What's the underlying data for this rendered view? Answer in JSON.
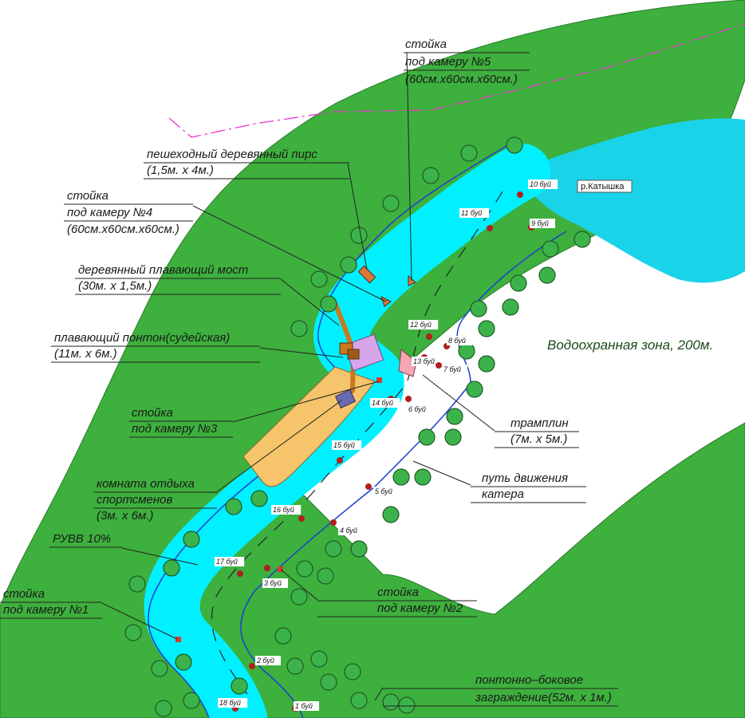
{
  "map": {
    "zone_label": "Водоохранная зона, 200м.",
    "river_label": "р.Катышка",
    "colors": {
      "land": "#3db03d",
      "water": "#00f0ff",
      "lake": "#19d3e9",
      "tree": "#3cb34a",
      "buoy": "#b02020",
      "pontoon": "#f6c46a",
      "bridge": "#c8781e",
      "judge_room": "#d6a6ea",
      "springboard": "#f6a6b2",
      "callout_line": "#222222",
      "property_line": "#ee33cc"
    },
    "labels": [
      {
        "id": "cam5",
        "lines": [
          "стойка",
          "под камеру №5",
          "(60см.x60см.x60см.)"
        ]
      },
      {
        "id": "pier",
        "lines": [
          "пешеходный деревянный пирс",
          "(1,5м. x 4м.)"
        ]
      },
      {
        "id": "cam4",
        "lines": [
          "стойка",
          "под камеру №4",
          "(60см.x60см.x60см.)"
        ]
      },
      {
        "id": "bridge",
        "lines": [
          "деревянный плавающий мост",
          "(30м. x 1,5м.)"
        ]
      },
      {
        "id": "pontoon",
        "lines": [
          "плавающий понтон(судейская)",
          "(11м. x 6м.)"
        ]
      },
      {
        "id": "cam3",
        "lines": [
          "стойка",
          "под камеру №3"
        ]
      },
      {
        "id": "rest",
        "lines": [
          "комната отдыха",
          "спортсменов",
          "(3м. x 6м.)"
        ]
      },
      {
        "id": "ruvv",
        "lines": [
          "РУВВ 10%"
        ]
      },
      {
        "id": "cam1",
        "lines": [
          "стойка",
          "под камеру №1"
        ]
      },
      {
        "id": "springboard",
        "lines": [
          "трамплин",
          "(7м. x 5м.)"
        ]
      },
      {
        "id": "boatpath",
        "lines": [
          "путь движения",
          "катера"
        ]
      },
      {
        "id": "cam2",
        "lines": [
          "стойка",
          "под камеру №2"
        ]
      },
      {
        "id": "barrier",
        "lines": [
          "понтонно–боковое",
          "заграждение(52м. x 1м.)"
        ]
      }
    ],
    "buoys": [
      {
        "label": "10 буй"
      },
      {
        "label": "11 буй"
      },
      {
        "label": "9 буй"
      },
      {
        "label": "12 буй"
      },
      {
        "label": "8 буй"
      },
      {
        "label": "13 буй"
      },
      {
        "label": "7 буй"
      },
      {
        "label": "14 буй"
      },
      {
        "label": "6 буй"
      },
      {
        "label": "15 буй"
      },
      {
        "label": "5 буй"
      },
      {
        "label": "16 буй"
      },
      {
        "label": "4 буй"
      },
      {
        "label": "17 буй"
      },
      {
        "label": "3 буй"
      },
      {
        "label": "2 буй"
      },
      {
        "label": "18 буй"
      },
      {
        "label": "1 буй"
      }
    ]
  }
}
